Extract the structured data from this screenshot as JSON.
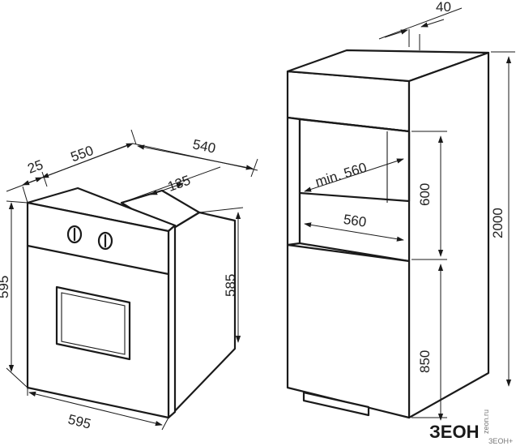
{
  "dimensions": {
    "oven_depth_total": "550",
    "front_panel_offset": "25",
    "oven_depth_body": "540",
    "back_notch": "135",
    "oven_height": "595",
    "body_height": "585",
    "oven_width": "595",
    "cabinet_top_offset": "40",
    "niche_min_width": "min. 560",
    "niche_height": "600",
    "niche_depth": "560",
    "cabinet_total_height": "2000",
    "base_height": "850"
  },
  "logo": {
    "main": "ЗЕОН",
    "small": "zeon.ru",
    "sub": "ЗЕОН+"
  },
  "colors": {
    "line": "#1a1a1a",
    "text": "#222222",
    "background": "#ffffff"
  }
}
